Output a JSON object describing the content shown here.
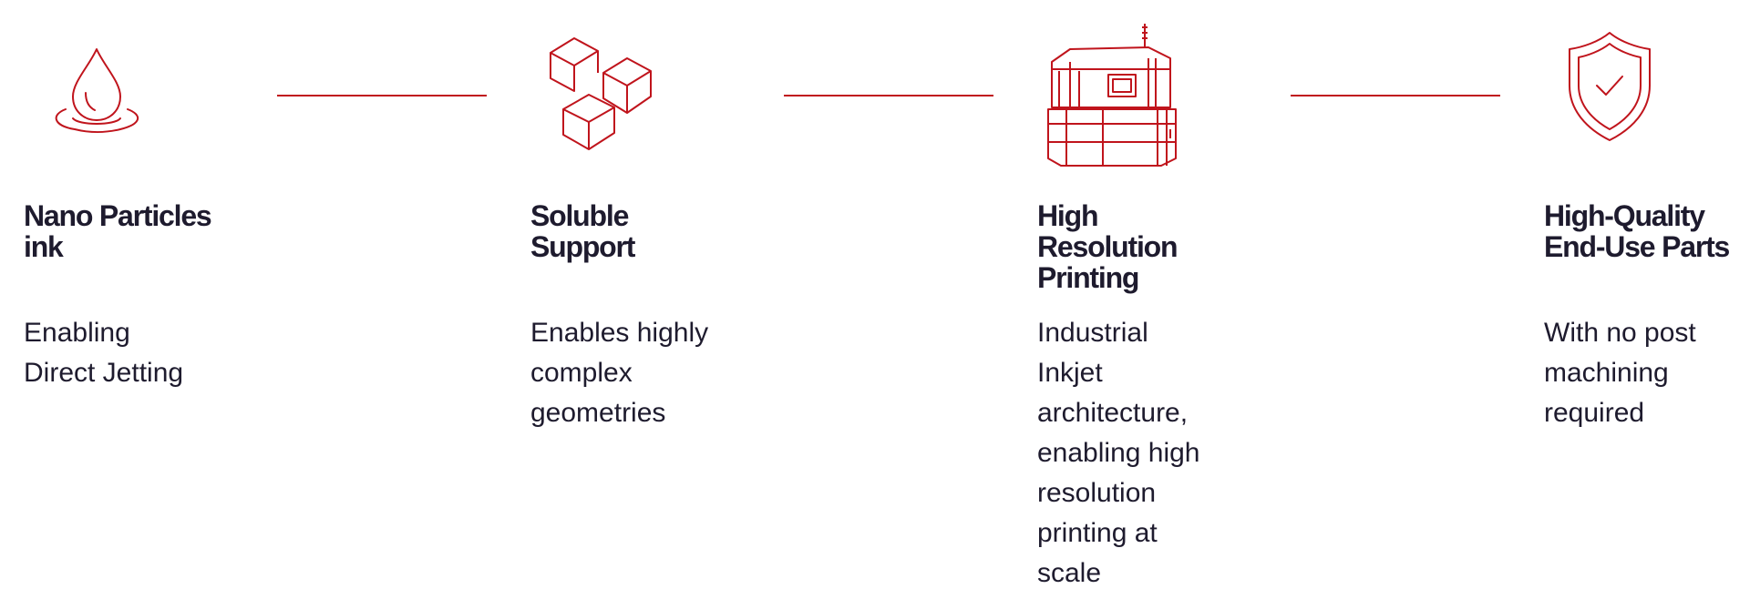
{
  "accent_color": "#c0141c",
  "text_color": "#1e1b2e",
  "steps": [
    {
      "icon": "ink-drop-icon",
      "title": "Nano Particles\nink",
      "description": "Enabling\nDirect Jetting"
    },
    {
      "icon": "cubes-icon",
      "title": "Soluble\nSupport",
      "description": "Enables highly\ncomplex\ngeometries"
    },
    {
      "icon": "printer-machine-icon",
      "title": "High\nResolution\nPrinting",
      "description": "Industrial\nInkjet\narchitecture,\nenabling high\nresolution\nprinting at\nscale"
    },
    {
      "icon": "shield-check-icon",
      "title": "High-Quality\nEnd-Use Parts",
      "description": "With no post\nmachining\nrequired"
    }
  ]
}
